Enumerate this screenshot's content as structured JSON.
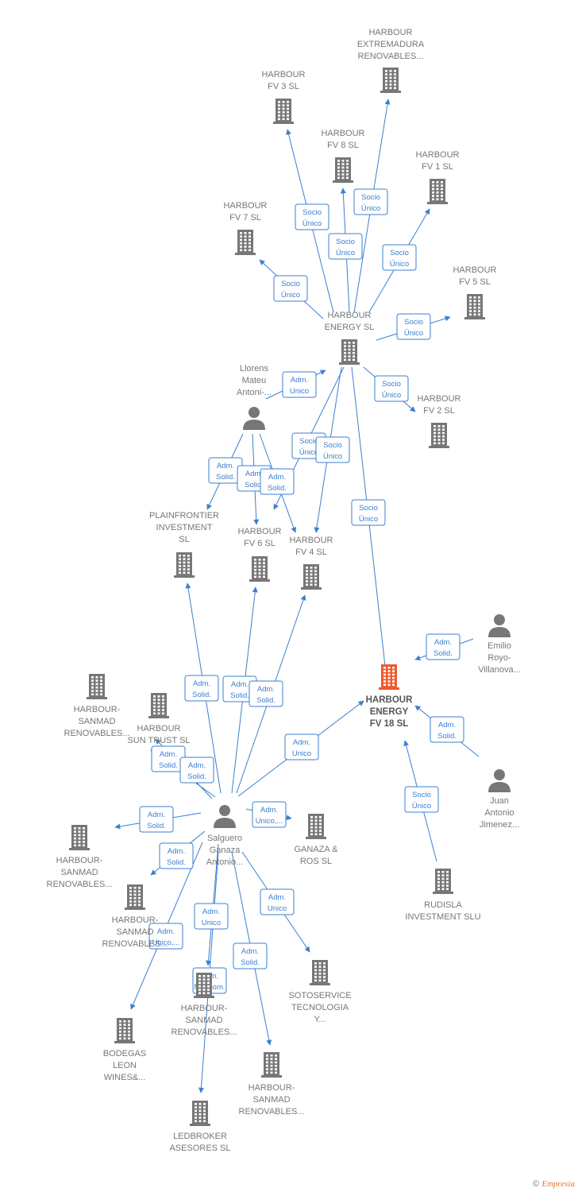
{
  "colors": {
    "edge": "#3b7fd0",
    "company": "#777777",
    "main": "#ee5a2b",
    "person": "#777777"
  },
  "nodes": [
    {
      "id": "main",
      "kind": "company",
      "main": true,
      "label": [
        "HARBOUR",
        "ENERGY",
        "FV 18  SL"
      ]
    },
    {
      "id": "energy",
      "kind": "company",
      "label": [
        "HARBOUR",
        "ENERGY  SL"
      ]
    },
    {
      "id": "extremadura",
      "kind": "company",
      "label": [
        "HARBOUR",
        "EXTREMADURA",
        "RENOVABLES..."
      ]
    },
    {
      "id": "fv3",
      "kind": "company",
      "label": [
        "HARBOUR",
        "FV 3  SL"
      ]
    },
    {
      "id": "fv8",
      "kind": "company",
      "label": [
        "HARBOUR",
        "FV 8  SL"
      ]
    },
    {
      "id": "fv1",
      "kind": "company",
      "label": [
        "HARBOUR",
        "FV 1  SL"
      ]
    },
    {
      "id": "fv7",
      "kind": "company",
      "label": [
        "HARBOUR",
        "FV 7  SL"
      ]
    },
    {
      "id": "fv5",
      "kind": "company",
      "label": [
        "HARBOUR",
        "FV 5  SL"
      ]
    },
    {
      "id": "fv2",
      "kind": "company",
      "label": [
        "HARBOUR",
        "FV 2  SL"
      ]
    },
    {
      "id": "llorens",
      "kind": "person",
      "label": [
        "Llorens",
        "Mateu",
        "Antoni-..."
      ]
    },
    {
      "id": "plainfrontier",
      "kind": "company",
      "label": [
        "PLAINFRONTIER",
        "INVESTMENT",
        "SL"
      ]
    },
    {
      "id": "fv6",
      "kind": "company",
      "label": [
        "HARBOUR",
        "FV 6  SL"
      ]
    },
    {
      "id": "fv4",
      "kind": "company",
      "label": [
        "HARBOUR",
        "FV 4  SL"
      ]
    },
    {
      "id": "emilio",
      "kind": "person",
      "label": [
        "Emilio",
        "Royo-",
        "Villanova..."
      ]
    },
    {
      "id": "juan",
      "kind": "person",
      "label": [
        "Juan",
        "Antonio",
        "Jimenez..."
      ]
    },
    {
      "id": "rudisla",
      "kind": "company",
      "label": [
        "RUDISLA",
        "INVESTMENT SLU"
      ]
    },
    {
      "id": "sanmad1",
      "kind": "company",
      "label": [
        "HARBOUR-",
        "SANMAD",
        "RENOVABLES..."
      ]
    },
    {
      "id": "suntrust",
      "kind": "company",
      "label": [
        "HARBOUR",
        "SUN TRUST  SL"
      ]
    },
    {
      "id": "salguero",
      "kind": "person",
      "label": [
        "Salguero",
        "Ganaza",
        "Antonio..."
      ]
    },
    {
      "id": "ganaza",
      "kind": "company",
      "label": [
        "GANAZA &",
        "ROS  SL"
      ]
    },
    {
      "id": "sanmad2",
      "kind": "company",
      "label": [
        "HARBOUR-",
        "SANMAD",
        "RENOVABLES..."
      ]
    },
    {
      "id": "sanmad3",
      "kind": "company",
      "label": [
        "HARBOUR-",
        "SANMAD",
        "RENOVABLES..."
      ]
    },
    {
      "id": "sotoservice",
      "kind": "company",
      "label": [
        "SOTOSERVICE",
        "TECNOLOGIA",
        "Y..."
      ]
    },
    {
      "id": "sanmad4",
      "kind": "company",
      "label": [
        "HARBOUR-",
        "SANMAD",
        "RENOVABLES..."
      ]
    },
    {
      "id": "bodegas",
      "kind": "company",
      "label": [
        "BODEGAS",
        "LEON",
        "WINES&..."
      ]
    },
    {
      "id": "sanmad5",
      "kind": "company",
      "label": [
        "HARBOUR-",
        "SANMAD",
        "RENOVABLES..."
      ]
    },
    {
      "id": "ledbroker",
      "kind": "company",
      "label": [
        "LEDBROKER",
        "ASESORES  SL"
      ]
    }
  ],
  "edges": [
    {
      "label": [
        "Socio",
        "Único"
      ]
    },
    {
      "label": [
        "Socio",
        "Único"
      ]
    },
    {
      "label": [
        "Socio",
        "Único"
      ]
    },
    {
      "label": [
        "Socio",
        "Único"
      ]
    },
    {
      "label": [
        "Socio",
        "Único"
      ]
    },
    {
      "label": [
        "Socio",
        "Único"
      ]
    },
    {
      "label": [
        "Socio",
        "Único"
      ]
    },
    {
      "label": [
        "Adm.",
        "Unico"
      ]
    },
    {
      "label": [
        "Socio",
        "Único"
      ]
    },
    {
      "label": [
        "Socio",
        "Único"
      ]
    },
    {
      "label": [
        "Socio",
        "Único"
      ]
    },
    {
      "label": [
        "Adm.",
        "Solid."
      ]
    },
    {
      "label": [
        "Adm.",
        "Solid."
      ]
    },
    {
      "label": [
        "Adm.",
        "Solid."
      ]
    },
    {
      "label": [
        "Adm.",
        "Solid."
      ]
    },
    {
      "label": [
        "Adm.",
        "Solid."
      ]
    },
    {
      "label": [
        "Socio",
        "Único"
      ]
    },
    {
      "label": [
        "Adm.",
        "Solid."
      ]
    },
    {
      "label": [
        "Adm.",
        "Solid."
      ]
    },
    {
      "label": [
        "Adm.",
        "Solid."
      ]
    },
    {
      "label": [
        "Adm.",
        "Unico"
      ]
    },
    {
      "label": [
        "Adm.",
        "Solid."
      ]
    },
    {
      "label": [
        "Adm.",
        "Solid."
      ]
    },
    {
      "label": [
        "Adm.",
        "Unico,..."
      ]
    },
    {
      "label": [
        "Adm.",
        "Solid."
      ]
    },
    {
      "label": [
        "Adm.",
        "Solid."
      ]
    },
    {
      "label": [
        "Adm.",
        "Unico"
      ]
    },
    {
      "label": [
        "Adm.",
        "Unico,..."
      ]
    },
    {
      "label": [
        "Adm.",
        "Unico"
      ]
    },
    {
      "label": [
        "Adm.",
        "Solid."
      ]
    },
    {
      "label": [
        "Adm.",
        "Mancom."
      ]
    }
  ],
  "footer": {
    "copyright": "©",
    "brand": "Empresia"
  }
}
